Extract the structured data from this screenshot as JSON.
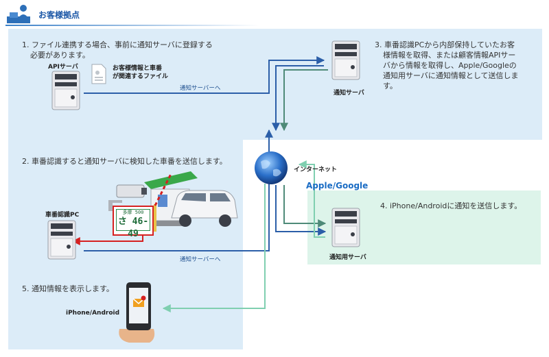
{
  "header": {
    "title": "お客様拠点",
    "icon": "person-at-computer-icon"
  },
  "steps": {
    "step1": {
      "line1": "1. ファイル連携する場合、事前に通知サーバに登録する",
      "line2": "必要があります。"
    },
    "step2": "2. 車番認識すると通知サーバに検知した車番を送信します。",
    "step3": {
      "line1": "3. 車番認識PCから内部保持していたお客",
      "line2": "様情報を取得、または顧客情報APIサー",
      "line3": "バから情報を取得し、Apple/Googleの",
      "line4": "通知用サーバに通知情報として送信しま",
      "line5": "す。"
    },
    "step4": "4. iPhone/Androidに通知を送信します。",
    "step5": "5. 通知情報を表示します。"
  },
  "nodes": {
    "api_server": "APIサーバ",
    "file_label_line1": "お客様情報と車番",
    "file_label_line2": "が関連するファイル",
    "notify_server": "通知サーバ",
    "internet": "インターネット",
    "apple_google": "Apple/Google",
    "push_server": "通知用サーバ",
    "plate_pc": "車番認識PC",
    "phone": "iPhone/Android"
  },
  "arrows": {
    "to_notify_top": "通知サーバーへ",
    "to_notify_bottom": "通知サーバーへ"
  },
  "plate": {
    "top": "多摩 500",
    "bottom": "さ 46-49"
  },
  "colors": {
    "zone_blue": "#dcecf8",
    "zone_green": "#ddf4ea",
    "arrow_blue": "#2b5ea8",
    "arrow_teal": "#4e8a78",
    "arrow_light": "#7fcfb0",
    "arrow_red": "#d62020"
  }
}
